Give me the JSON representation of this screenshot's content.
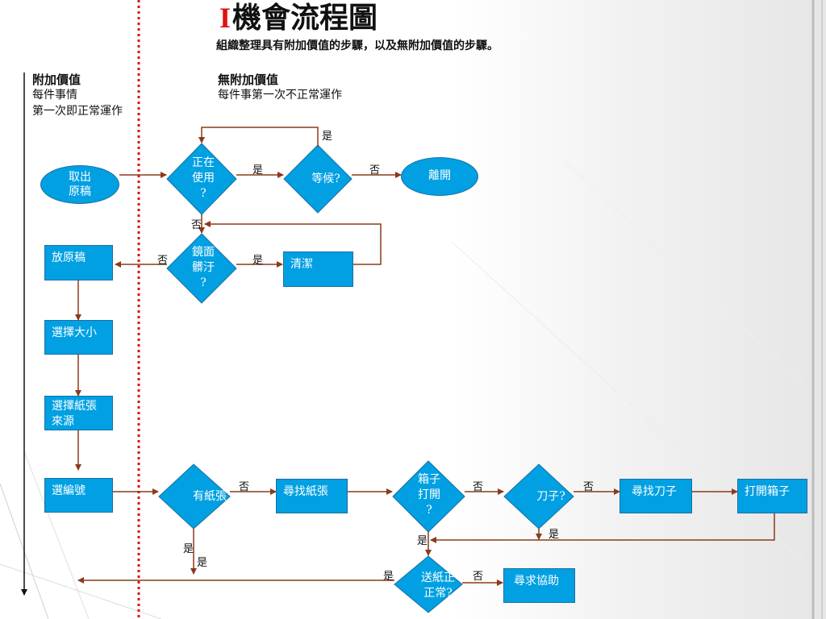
{
  "title": {
    "numeral": "I",
    "text": "機會流程圖"
  },
  "subtitle": "組織整理具有附加價值的步驟，以及無附加價值的步驟。",
  "value_added": {
    "heading": "附加價值",
    "line1": "每件事情",
    "line2": "第一次即正常運作"
  },
  "non_value_added": {
    "heading": "無附加價值",
    "line1": "每件事第一次不正常運作"
  },
  "nodes": {
    "take_original": "取出\n原稿",
    "in_use": "正在\n使用\n?",
    "wait": "等候?",
    "leave": "離開",
    "mirror_dirty": "鏡面\n髒汙\n?",
    "clean": "清潔",
    "place_original": "放原稿",
    "select_size": "選擇大小",
    "select_paper": "選擇紙張\n來源",
    "select_number": "選編號",
    "has_paper": "有紙張",
    "find_paper": "尋找紙張",
    "box_open": "箱子\n打開\n?",
    "knife": "刀子?",
    "find_knife": "尋找刀子",
    "open_box": "打開箱子",
    "feed_ok": "送紙正\n正常?",
    "seek_help": "尋求協助"
  },
  "edge_labels": {
    "wait_yes": "是",
    "in_use_yes": "是",
    "wait_no": "否",
    "in_use_no": "否",
    "mirror_no": "否",
    "mirror_yes": "是",
    "has_paper_no": "否",
    "box_open_no": "否",
    "knife_no": "否",
    "knife_yes": "是",
    "merge_yes": "是",
    "has_paper_yes1": "是",
    "has_paper_yes2": "是",
    "feed_yes": "是",
    "feed_no": "否"
  },
  "colors": {
    "node_fill": "#00a0e3",
    "arrow": "#8b3a1a",
    "divider": "#e01010"
  }
}
